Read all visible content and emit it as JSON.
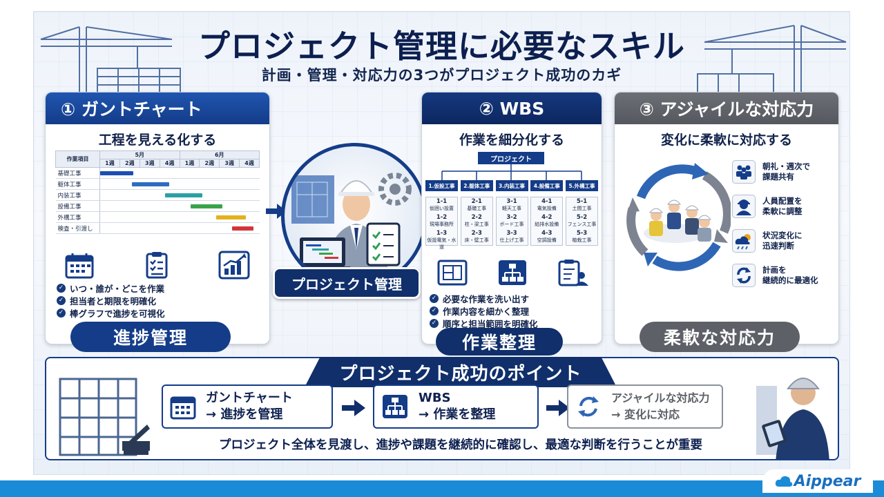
{
  "title": "プロジェクト管理に必要なスキル",
  "subtitle": "計画・管理・対応力の3つがプロジェクト成功のカギ",
  "panel1": {
    "header": "① ガントチャート",
    "sub": "工程を見える化する",
    "table": {
      "col_task": "作業項目",
      "months": [
        "5月",
        "6月"
      ],
      "weeks": [
        "1週",
        "2週",
        "3週",
        "4週",
        "1週",
        "2週",
        "3週",
        "4週"
      ],
      "rows": [
        {
          "task": "基礎工事",
          "start": 0,
          "length": 1.7,
          "color": "#1d4fb0"
        },
        {
          "task": "躯体工事",
          "start": 1.6,
          "length": 1.9,
          "color": "#2c6cc4"
        },
        {
          "task": "内装工事",
          "start": 3.3,
          "length": 1.9,
          "color": "#2aa0a3"
        },
        {
          "task": "設備工事",
          "start": 4.6,
          "length": 1.6,
          "color": "#3aa34a"
        },
        {
          "task": "外構工事",
          "start": 5.9,
          "length": 1.5,
          "color": "#e2b21e"
        },
        {
          "task": "検査・引渡し",
          "start": 6.7,
          "length": 1.1,
          "color": "#d2353a"
        }
      ]
    },
    "checks": [
      "いつ・誰が・どこを作業",
      "担当者と期限を明確化",
      "棒グラフで進捗を可視化"
    ],
    "pill": "進捗管理"
  },
  "center": {
    "label": "プロジェクト管理"
  },
  "panel2": {
    "header": "② WBS",
    "sub": "作業を細分化する",
    "root": "プロジェクト",
    "categories": [
      {
        "label": "1.仮設工事",
        "items": [
          {
            "no": "1-1",
            "name": "仮囲い設置"
          },
          {
            "no": "1-2",
            "name": "現場事務所"
          },
          {
            "no": "1-3",
            "name": "仮設電気・水道"
          }
        ]
      },
      {
        "label": "2.躯体工事",
        "items": [
          {
            "no": "2-1",
            "name": "基礎工事"
          },
          {
            "no": "2-2",
            "name": "柱・梁工事"
          },
          {
            "no": "2-3",
            "name": "床・壁工事"
          }
        ]
      },
      {
        "label": "3.内装工事",
        "items": [
          {
            "no": "3-1",
            "name": "軽天工事"
          },
          {
            "no": "3-2",
            "name": "ボード工事"
          },
          {
            "no": "3-3",
            "name": "仕上げ工事"
          }
        ]
      },
      {
        "label": "4.設備工事",
        "items": [
          {
            "no": "4-1",
            "name": "電気設備"
          },
          {
            "no": "4-2",
            "name": "給排水設備"
          },
          {
            "no": "4-3",
            "name": "空調設備"
          }
        ]
      },
      {
        "label": "5.外構工事",
        "items": [
          {
            "no": "5-1",
            "name": "土間工事"
          },
          {
            "no": "5-2",
            "name": "フェンス工事"
          },
          {
            "no": "5-3",
            "name": "植栽工事"
          }
        ]
      }
    ],
    "checks": [
      "必要な作業を洗い出す",
      "作業内容を細かく整理",
      "順序と担当範囲を明確化"
    ],
    "pill": "作業整理"
  },
  "panel3": {
    "header": "③ アジャイルな対応力",
    "sub": "変化に柔軟に対応する",
    "items": [
      {
        "line1": "朝礼・週次で",
        "line2": "課題共有",
        "icon": "team-meeting-icon"
      },
      {
        "line1": "人員配置を",
        "line2": "柔軟に調整",
        "icon": "worker-icon"
      },
      {
        "line1": "状況変化に",
        "line2": "迅速判断",
        "icon": "weather-icon"
      },
      {
        "line1": "計画を",
        "line2": "継続的に最適化",
        "icon": "cycle-icon"
      }
    ],
    "pill": "柔軟な対応力"
  },
  "bottom": {
    "title": "プロジェクト成功のポイント",
    "points": [
      {
        "line1": "ガントチャート",
        "line2": "→ 進捗を管理"
      },
      {
        "line1": "WBS",
        "line2": "→ 作業を整理"
      },
      {
        "line1": "アジャイルな対応力",
        "line2": "→ 変化に対応"
      }
    ],
    "message": "プロジェクト全体を見渡し、進捗や課題を継続的に確認し、最適な判断を行うことが重要"
  },
  "footer": {
    "logo": "Aippear"
  },
  "colors": {
    "navy": "#102f6b",
    "blue": "#143c88",
    "gray": "#5d6067",
    "footer": "#1a8bd6"
  }
}
